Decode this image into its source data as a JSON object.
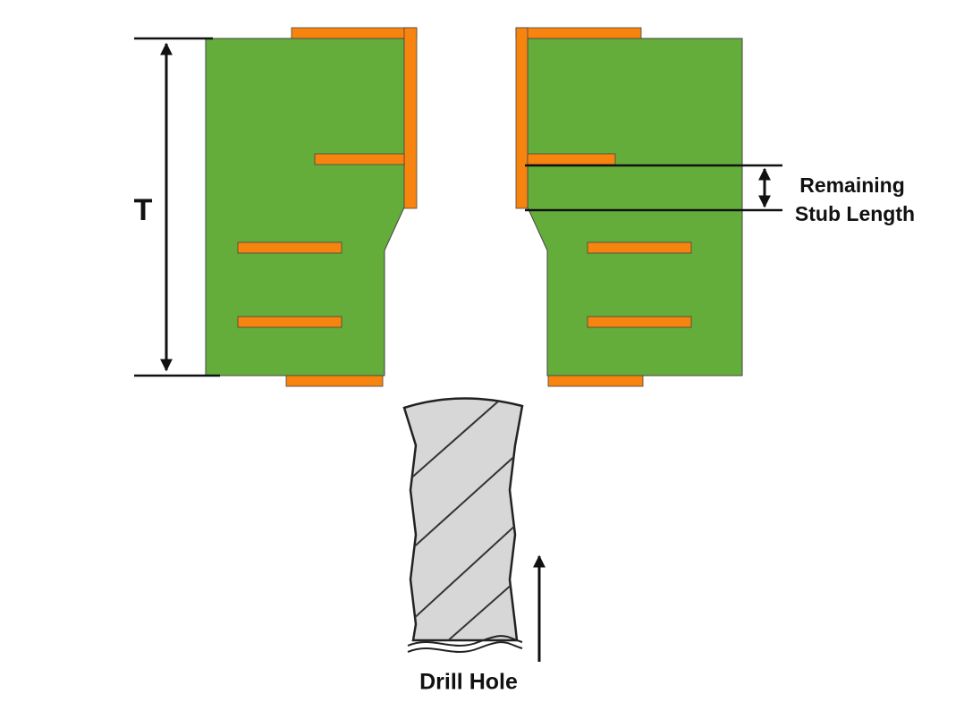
{
  "labels": {
    "thickness": "T",
    "stub_line1": "Remaining",
    "stub_line2": "Stub Length",
    "drill": "Drill Hole"
  },
  "colors": {
    "substrate": "#64ad3b",
    "copper": "#f7840f",
    "outline": "#444444",
    "drill_fill": "#d7d7d7",
    "arrow": "#111111"
  },
  "icons": {
    "drill": "drill-bit-icon",
    "thickness_arrow": "double-arrow-icon",
    "stub_arrow": "double-arrow-icon",
    "direction_arrow": "arrow-up-icon"
  }
}
